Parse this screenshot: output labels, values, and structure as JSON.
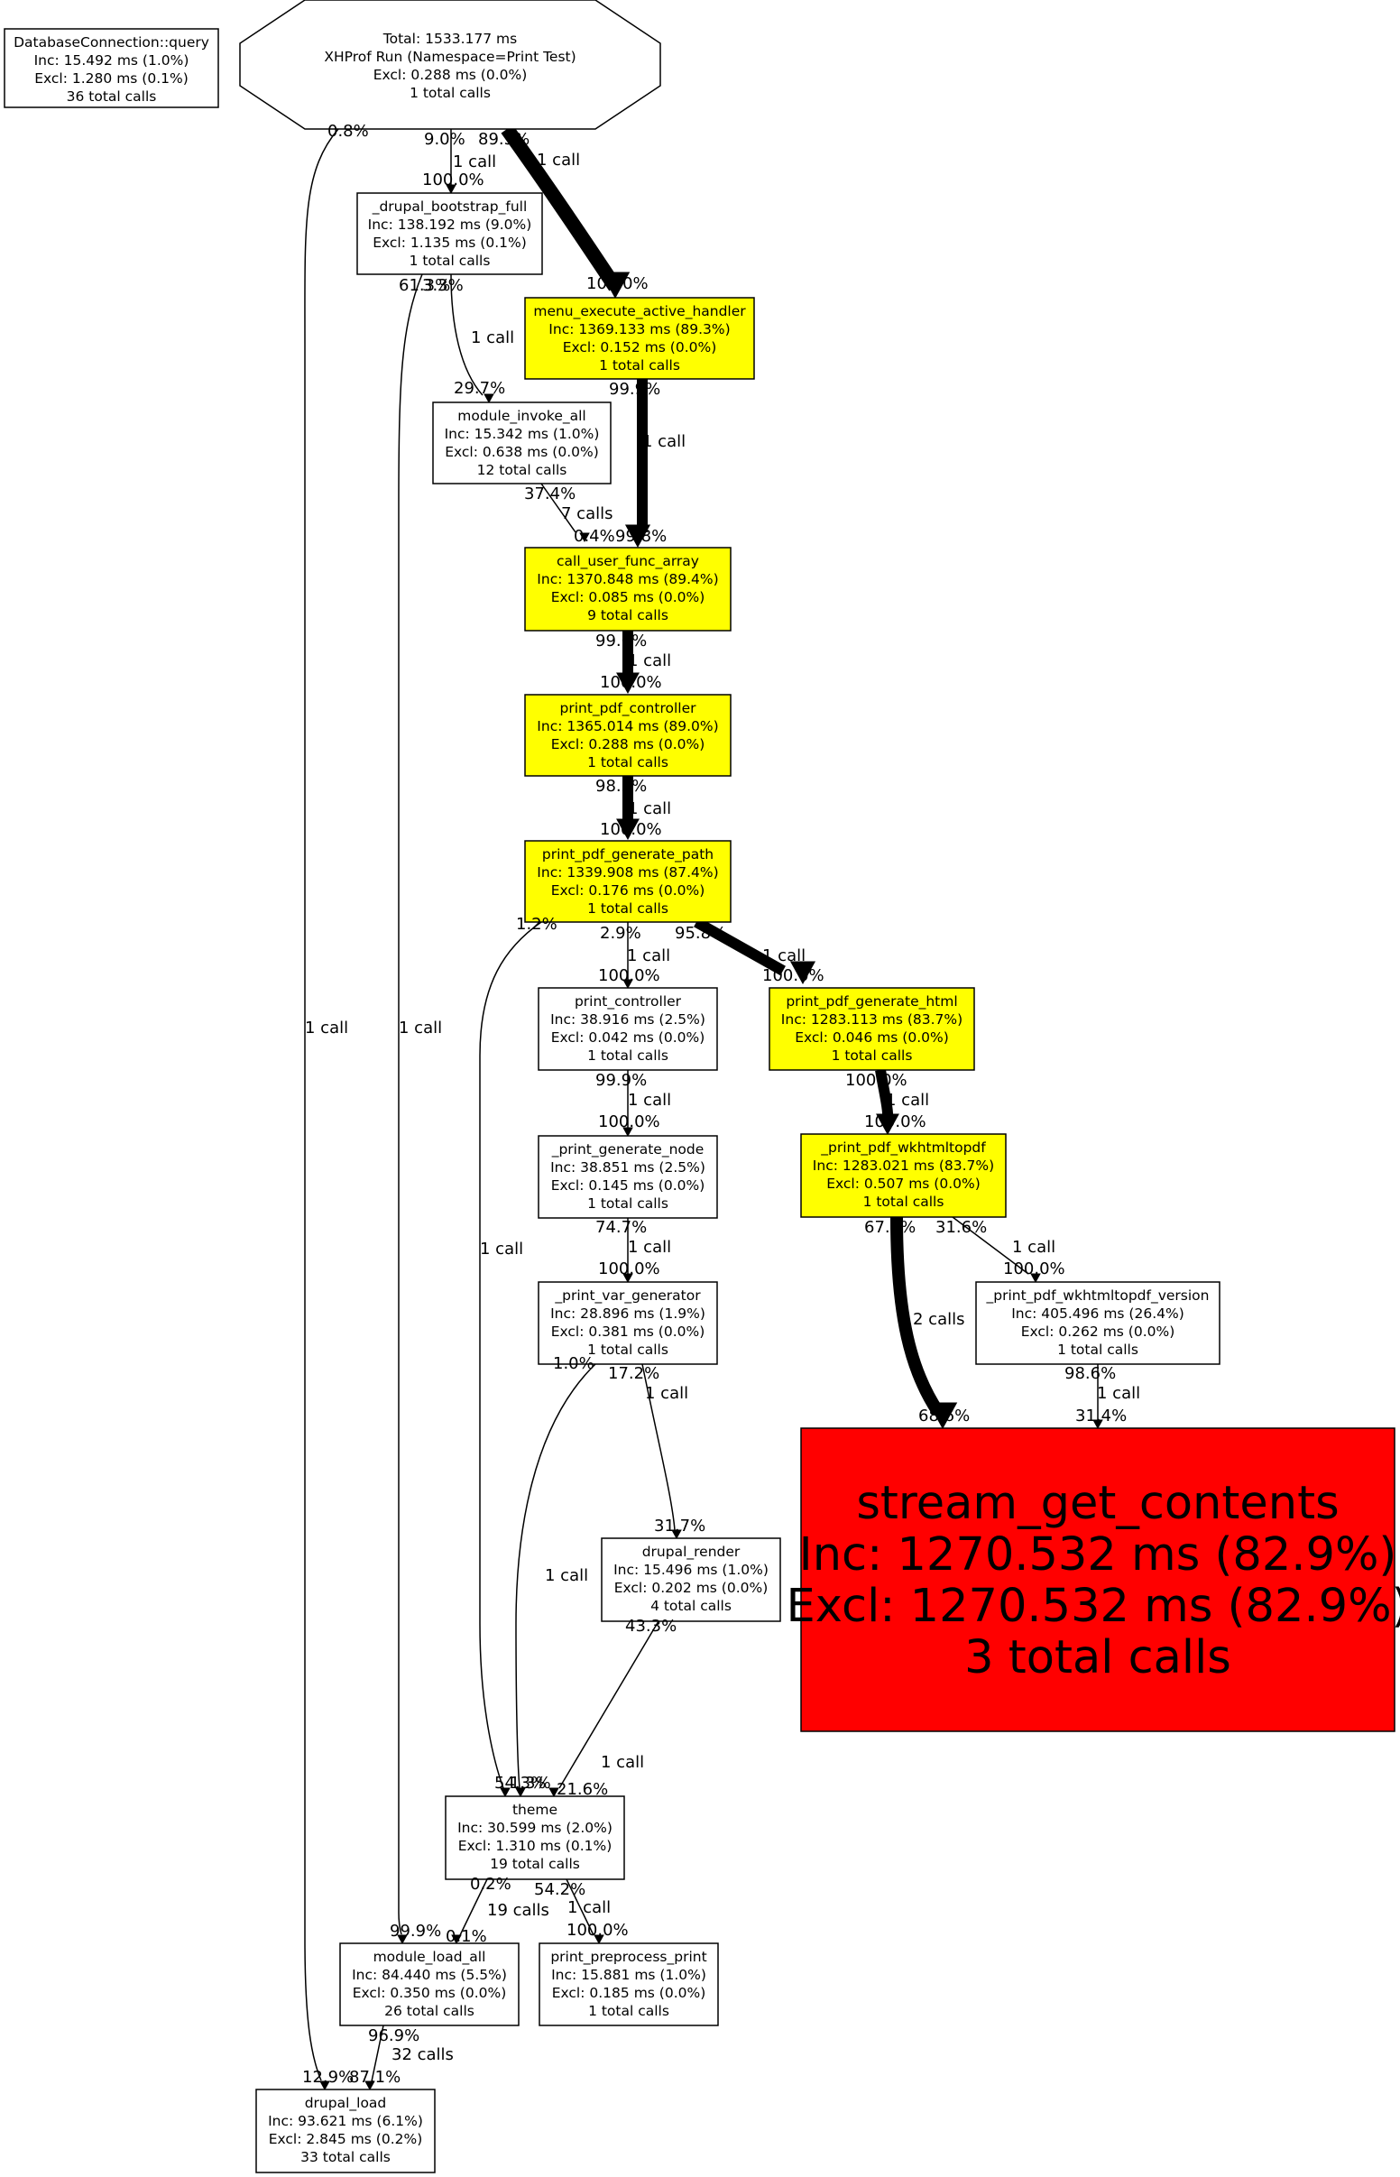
{
  "colors": {
    "hot": "#ffff00",
    "hottest": "#ff0000",
    "normal": "#ffffff"
  },
  "nodes": {
    "total": {
      "lines": [
        "Total: 1533.177 ms",
        "XHProf Run (Namespace=Print Test)",
        "Excl: 0.288 ms (0.0%)",
        "1 total calls"
      ],
      "fill": "#ffffff"
    },
    "dbquery": {
      "lines": [
        "DatabaseConnection::query",
        "Inc: 15.492 ms (1.0%)",
        "Excl: 1.280 ms (0.1%)",
        "36 total calls"
      ],
      "fill": "#ffffff"
    },
    "bootstrap": {
      "lines": [
        "_drupal_bootstrap_full",
        "Inc: 138.192 ms (9.0%)",
        "Excl: 1.135 ms (0.1%)",
        "1 total calls"
      ],
      "fill": "#ffffff"
    },
    "menu": {
      "lines": [
        "menu_execute_active_handler",
        "Inc: 1369.133 ms (89.3%)",
        "Excl: 0.152 ms (0.0%)",
        "1 total calls"
      ],
      "fill": "#ffff00"
    },
    "invoke": {
      "lines": [
        "module_invoke_all",
        "Inc: 15.342 ms (1.0%)",
        "Excl: 0.638 ms (0.0%)",
        "12 total calls"
      ],
      "fill": "#ffffff"
    },
    "cufa": {
      "lines": [
        "call_user_func_array",
        "Inc: 1370.848 ms (89.4%)",
        "Excl: 0.085 ms (0.0%)",
        "9 total calls"
      ],
      "fill": "#ffff00"
    },
    "ppc": {
      "lines": [
        "print_pdf_controller",
        "Inc: 1365.014 ms (89.0%)",
        "Excl: 0.288 ms (0.0%)",
        "1 total calls"
      ],
      "fill": "#ffff00"
    },
    "ppgp": {
      "lines": [
        "print_pdf_generate_path",
        "Inc: 1339.908 ms (87.4%)",
        "Excl: 0.176 ms (0.0%)",
        "1 total calls"
      ],
      "fill": "#ffff00"
    },
    "pc": {
      "lines": [
        "print_controller",
        "Inc: 38.916 ms (2.5%)",
        "Excl: 0.042 ms (0.0%)",
        "1 total calls"
      ],
      "fill": "#ffffff"
    },
    "ppgh": {
      "lines": [
        "print_pdf_generate_html",
        "Inc: 1283.113 ms (83.7%)",
        "Excl: 0.046 ms (0.0%)",
        "1 total calls"
      ],
      "fill": "#ffff00"
    },
    "pgn": {
      "lines": [
        "_print_generate_node",
        "Inc: 38.851 ms (2.5%)",
        "Excl: 0.145 ms (0.0%)",
        "1 total calls"
      ],
      "fill": "#ffffff"
    },
    "wk": {
      "lines": [
        "_print_pdf_wkhtmltopdf",
        "Inc: 1283.021 ms (83.7%)",
        "Excl: 0.507 ms (0.0%)",
        "1 total calls"
      ],
      "fill": "#ffff00"
    },
    "pvg": {
      "lines": [
        "_print_var_generator",
        "Inc: 28.896 ms (1.9%)",
        "Excl: 0.381 ms (0.0%)",
        "1 total calls"
      ],
      "fill": "#ffffff"
    },
    "wkv": {
      "lines": [
        "_print_pdf_wkhtmltopdf_version",
        "Inc: 405.496 ms (26.4%)",
        "Excl: 0.262 ms (0.0%)",
        "1 total calls"
      ],
      "fill": "#ffffff"
    },
    "sgc": {
      "lines": [
        "stream_get_contents",
        "Inc: 1270.532 ms (82.9%)",
        "Excl: 1270.532 ms (82.9%)",
        "3 total calls"
      ],
      "fill": "#ff0000"
    },
    "render": {
      "lines": [
        "drupal_render",
        "Inc: 15.496 ms (1.0%)",
        "Excl: 0.202 ms (0.0%)",
        "4 total calls"
      ],
      "fill": "#ffffff"
    },
    "theme": {
      "lines": [
        "theme",
        "Inc: 30.599 ms (2.0%)",
        "Excl: 1.310 ms (0.1%)",
        "19 total calls"
      ],
      "fill": "#ffffff"
    },
    "mla": {
      "lines": [
        "module_load_all",
        "Inc: 84.440 ms (5.5%)",
        "Excl: 0.350 ms (0.0%)",
        "26 total calls"
      ],
      "fill": "#ffffff"
    },
    "ppp": {
      "lines": [
        "print_preprocess_print",
        "Inc: 15.881 ms (1.0%)",
        "Excl: 0.185 ms (0.0%)",
        "1 total calls"
      ],
      "fill": "#ffffff"
    },
    "dload": {
      "lines": [
        "drupal_load",
        "Inc: 93.621 ms (6.1%)",
        "Excl: 2.845 ms (0.2%)",
        "33 total calls"
      ],
      "fill": "#ffffff"
    }
  },
  "edges": [
    {
      "from": "total",
      "to": "menu",
      "calls": "1 call",
      "tail_pct": "89.3%",
      "head_pct": "100.0%"
    },
    {
      "from": "total",
      "to": "bootstrap",
      "calls": "1 call",
      "tail_pct": "9.0%",
      "head_pct": "100.0%"
    },
    {
      "from": "total",
      "to": "dload",
      "calls": "1 call",
      "tail_pct": "0.8%",
      "head_pct": "12.9%"
    },
    {
      "from": "bootstrap",
      "to": "invoke",
      "calls": "1 call",
      "tail_pct": "3.3%",
      "head_pct": "29.7%"
    },
    {
      "from": "bootstrap",
      "to": "mla",
      "calls": "1 call",
      "tail_pct": "61.3%",
      "head_pct": "99.9%"
    },
    {
      "from": "menu",
      "to": "cufa",
      "calls": "1 call",
      "tail_pct": "99.9%",
      "head_pct": "99.8%"
    },
    {
      "from": "invoke",
      "to": "cufa",
      "calls": "7 calls",
      "tail_pct": "37.4%",
      "head_pct": "0.4%"
    },
    {
      "from": "cufa",
      "to": "ppc",
      "calls": "1 call",
      "tail_pct": "99.6%",
      "head_pct": "100.0%"
    },
    {
      "from": "ppc",
      "to": "ppgp",
      "calls": "1 call",
      "tail_pct": "98.2%",
      "head_pct": "100.0%"
    },
    {
      "from": "ppgp",
      "to": "pc",
      "calls": "1 call",
      "tail_pct": "2.9%",
      "head_pct": "100.0%"
    },
    {
      "from": "ppgp",
      "to": "ppgh",
      "calls": "1 call",
      "tail_pct": "95.8%",
      "head_pct": "100.0%"
    },
    {
      "from": "ppgp",
      "to": "theme",
      "calls": "1 call",
      "tail_pct": "1.2%",
      "head_pct": "54.3%"
    },
    {
      "from": "pc",
      "to": "pgn",
      "calls": "1 call",
      "tail_pct": "99.9%",
      "head_pct": "100.0%"
    },
    {
      "from": "ppgh",
      "to": "wk",
      "calls": "1 call",
      "tail_pct": "100.0%",
      "head_pct": "100.0%"
    },
    {
      "from": "pgn",
      "to": "pvg",
      "calls": "1 call",
      "tail_pct": "74.7%",
      "head_pct": "100.0%"
    },
    {
      "from": "wk",
      "to": "sgc",
      "calls": "2 calls",
      "tail_pct": "67.6%",
      "head_pct": "68.6%"
    },
    {
      "from": "wk",
      "to": "wkv",
      "calls": "1 call",
      "tail_pct": "31.6%",
      "head_pct": "100.0%"
    },
    {
      "from": "wkv",
      "to": "sgc",
      "calls": "1 call",
      "tail_pct": "98.6%",
      "head_pct": "31.4%"
    },
    {
      "from": "pvg",
      "to": "render",
      "calls": "1 call",
      "tail_pct": "17.2%",
      "head_pct": "31.7%"
    },
    {
      "from": "pvg",
      "to": "theme",
      "calls": "1 call",
      "tail_pct": "1.0%",
      "head_pct": "1.3%"
    },
    {
      "from": "render",
      "to": "theme",
      "calls": "1 call",
      "tail_pct": "43.3%",
      "head_pct": "21.6%"
    },
    {
      "from": "theme",
      "to": "mla",
      "calls": "19 calls",
      "tail_pct": "0.2%",
      "head_pct": "0.1%"
    },
    {
      "from": "theme",
      "to": "ppp",
      "calls": "1 call",
      "tail_pct": "54.2%",
      "head_pct": "100.0%"
    },
    {
      "from": "mla",
      "to": "dload",
      "calls": "32 calls",
      "tail_pct": "96.9%",
      "head_pct": "87.1%"
    }
  ]
}
